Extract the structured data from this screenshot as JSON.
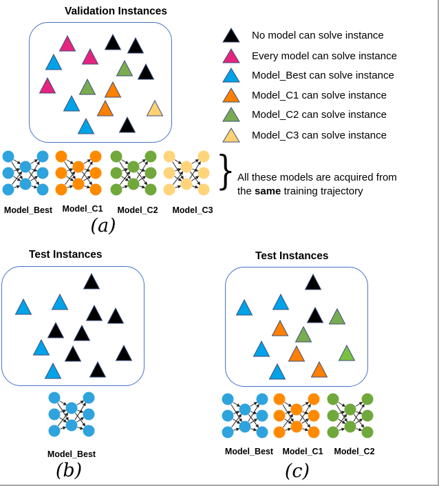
{
  "colors": {
    "none": "#000000",
    "every": "#e6237e",
    "best": "#00a2e8",
    "c1": "#ff8000",
    "c2": "#7aab50",
    "c2_alt": "#7ac143",
    "c3": "#ffd170",
    "triangle_stroke": "#3b4f7a",
    "box_border": "#4472c4",
    "net_best": "#2ea3dd",
    "net_c1": "#ff8a00",
    "net_c2": "#70a83c",
    "net_c3": "#ffd47a"
  },
  "panel_a": {
    "title": "Validation Instances",
    "instances": [
      "every",
      "none",
      "none",
      "best",
      "every",
      "c2",
      "none",
      "every",
      "c2",
      "c1",
      "best",
      "c1",
      "c3",
      "best",
      "none"
    ],
    "legend": [
      {
        "key": "none",
        "label": "No model can solve instance"
      },
      {
        "key": "every",
        "label": "Every  model can solve instance"
      },
      {
        "key": "best",
        "label": "Model_Best can solve instance"
      },
      {
        "key": "c1",
        "label": "Model_C1 can solve instance"
      },
      {
        "key": "c2",
        "label": "Model_C2 can solve instance"
      },
      {
        "key": "c3",
        "label": "Model_C3 can solve instance"
      }
    ],
    "models": [
      {
        "key": "net_best",
        "label": "Model_Best"
      },
      {
        "key": "net_c1",
        "label": "Model_C1"
      },
      {
        "key": "net_c2",
        "label": "Model_C2"
      },
      {
        "key": "net_c3",
        "label": "Model_C3"
      }
    ],
    "note_line1": "All these models are acquired from",
    "note_line2_pre": "the ",
    "note_line2_bold": "same",
    "note_line2_post": " training trajectory",
    "brace": "}",
    "sublabel": "(a)"
  },
  "panel_b": {
    "title": "Test Instances",
    "instances": [
      "none",
      "best",
      "best",
      "none",
      "none",
      "none",
      "none",
      "best",
      "none",
      "none",
      "best",
      "none"
    ],
    "models": [
      {
        "key": "net_best",
        "label": "Model_Best"
      }
    ],
    "sublabel": "(b)"
  },
  "panel_c": {
    "title": "Test Instances",
    "instances": [
      "none",
      "best",
      "best",
      "none",
      "c2",
      "c1",
      "c2",
      "best",
      "c1",
      "c2_alt",
      "best",
      "c1"
    ],
    "models": [
      {
        "key": "net_best",
        "label": "Model_Best"
      },
      {
        "key": "net_c1",
        "label": "Model_C1"
      },
      {
        "key": "net_c2",
        "label": "Model_C2"
      }
    ],
    "sublabel": "(c)"
  }
}
